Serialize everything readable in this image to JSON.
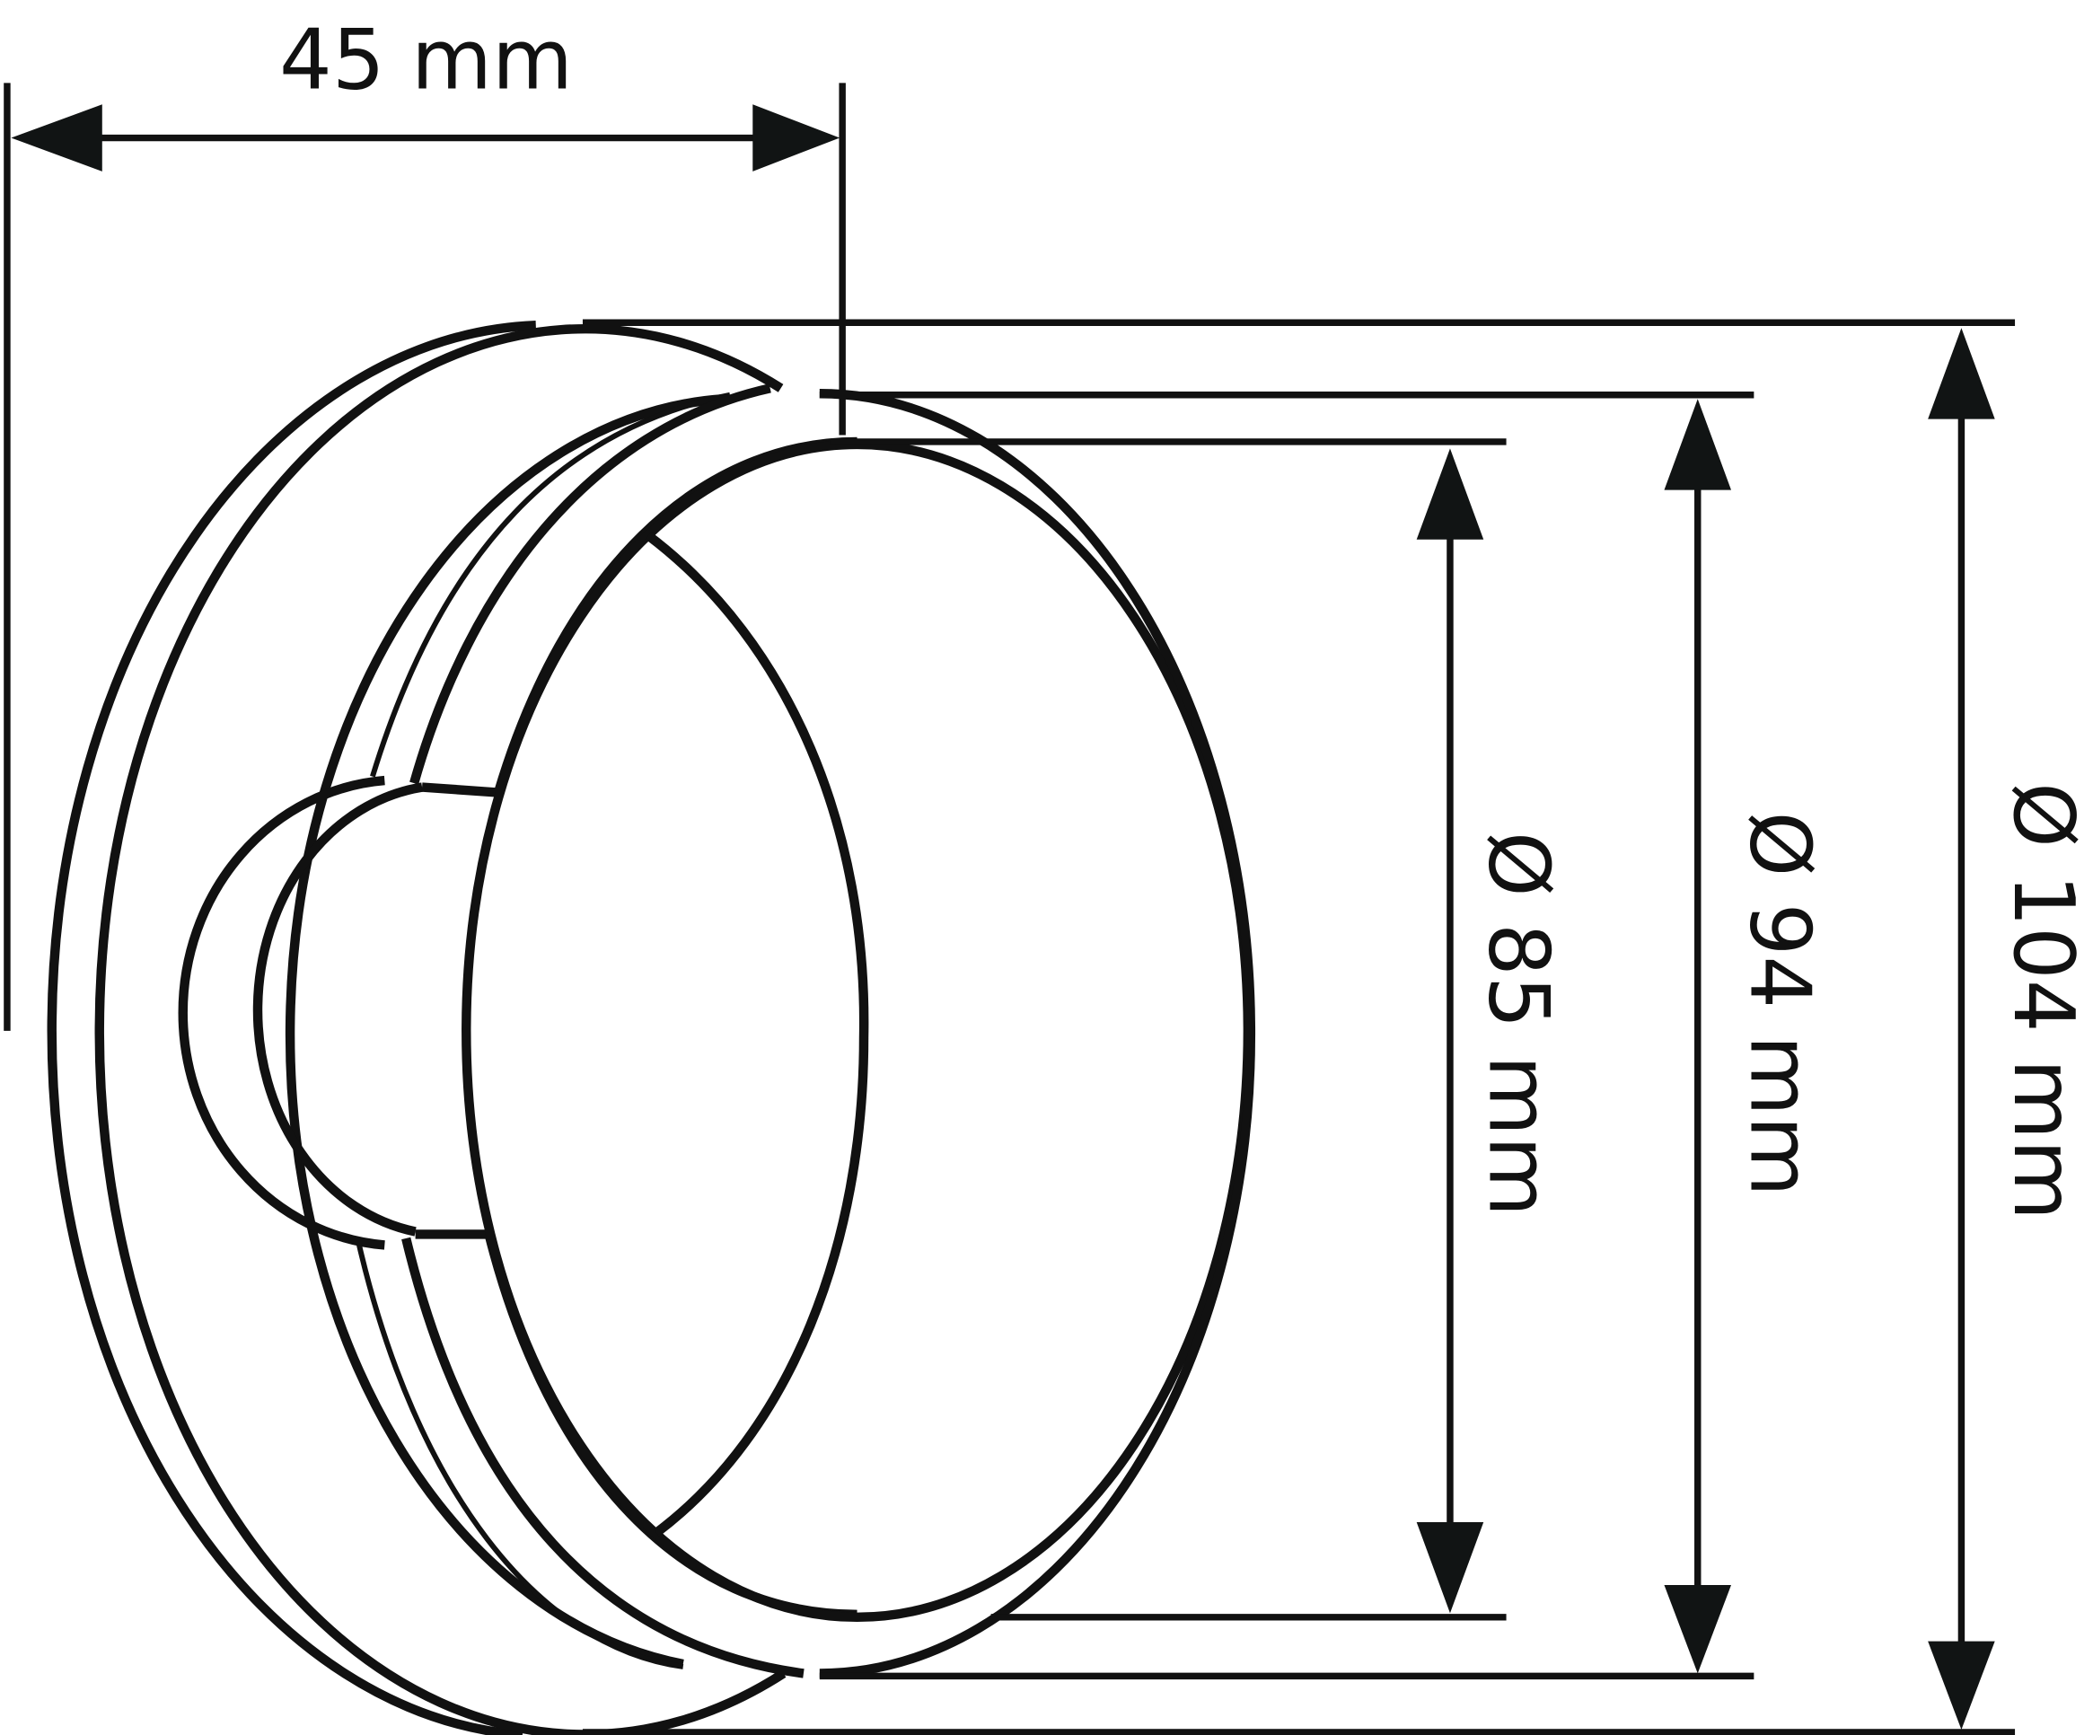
{
  "dimensions": {
    "depth": {
      "label": "45 mm",
      "value": 45,
      "unit": "mm"
    },
    "inner_diameter": {
      "label": "Ø 85 mm",
      "value": 85,
      "unit": "mm"
    },
    "middle_diameter": {
      "label": "Ø 94 mm",
      "value": 94,
      "unit": "mm"
    },
    "outer_diameter": {
      "label": "Ø 104 mm",
      "value": 104,
      "unit": "mm"
    }
  },
  "colors": {
    "line": "#111111",
    "background": "#ffffff"
  }
}
